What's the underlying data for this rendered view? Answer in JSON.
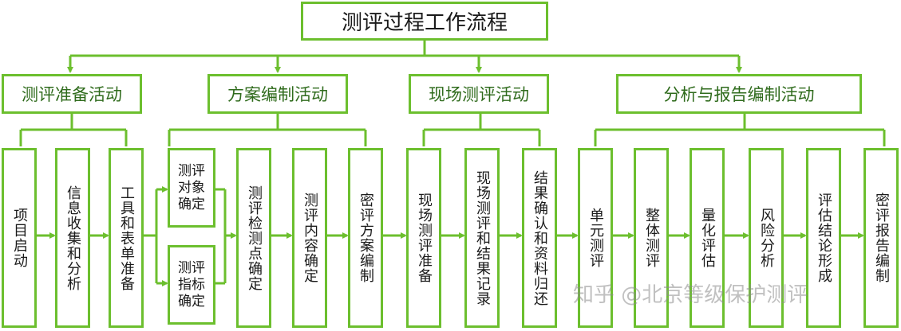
{
  "title": "测评过程工作流程",
  "phases": [
    {
      "label": "测评准备活动",
      "steps": [
        "项目启动",
        "信息收集和分析",
        "工具和表单准备"
      ]
    },
    {
      "label": "方案编制活动",
      "steps": [
        "测评检测点确定",
        "测评内容确定",
        "密评方案编制"
      ],
      "sub_steps": [
        "测评对象确定",
        "测评指标确定"
      ]
    },
    {
      "label": "现场测评活动",
      "steps": [
        "现场测评准备",
        "现场测评和结果记录",
        "结果确认和资料归还"
      ]
    },
    {
      "label": "分析与报告编制活动",
      "steps": [
        "单元测评",
        "整体测评",
        "量化评估",
        "风险分析",
        "评估结论形成",
        "密评报告编制"
      ]
    }
  ],
  "watermark": "知乎 @北京等级保护测评",
  "colors": {
    "border": "#6cbf2e",
    "text": "#1a1a1a",
    "phase_text": "#2f6b1c"
  }
}
